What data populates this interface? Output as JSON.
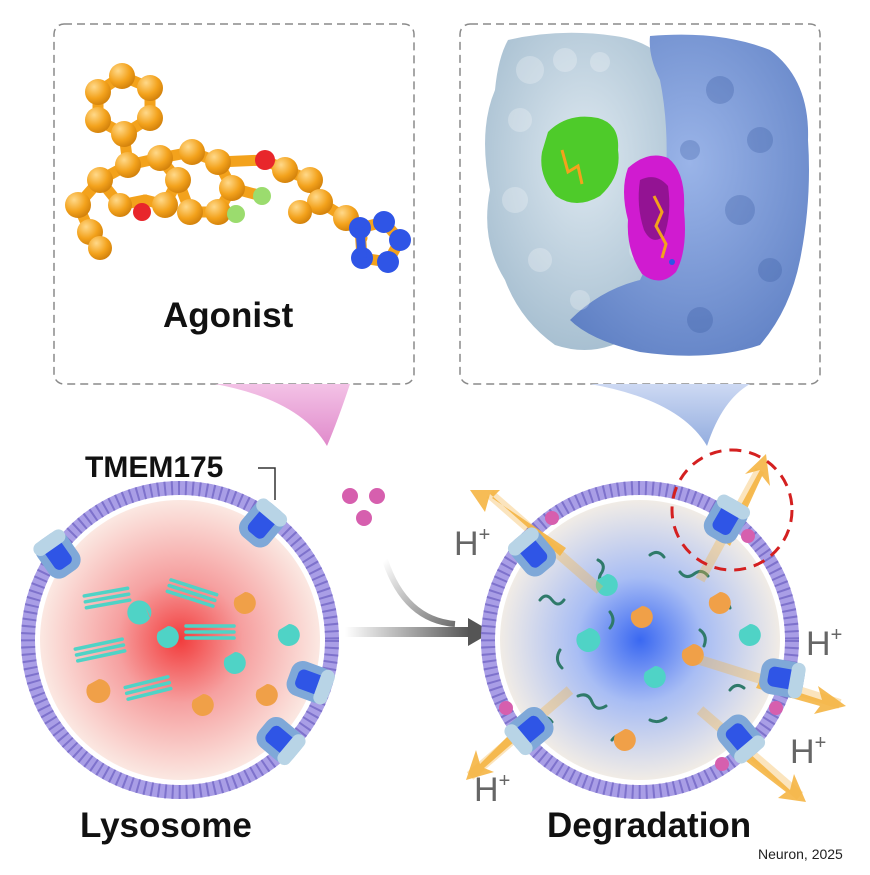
{
  "labels": {
    "agonist": "Agonist",
    "protein_target": "TMEM175",
    "left_state": "Lysosome",
    "right_state": "Degradation",
    "proton": "H",
    "proton_charge": "+"
  },
  "citation": "Neuron, 2025",
  "colors": {
    "membrane": "#a99ee6",
    "lumen_acidic": "#f04848",
    "lumen_active": "#3f6cf2",
    "molecule_carbon": "#f3a21c",
    "molecule_oxygen": "#e8262b",
    "molecule_fluorine": "#9bdc6e",
    "molecule_nitrogen": "#2f55e6",
    "protein_chain_a": "#c7d9e6",
    "protein_chain_b": "#7f9fd9",
    "binding_site_green": "#4ecb2a",
    "binding_site_magenta": "#d01bd0",
    "agonist_dot": "#d65fae",
    "proton_arrow": "#f5b544",
    "enzyme_cyan": "#4fd3c6",
    "enzyme_orange": "#f0a048",
    "highlight_circle": "#d42020"
  }
}
